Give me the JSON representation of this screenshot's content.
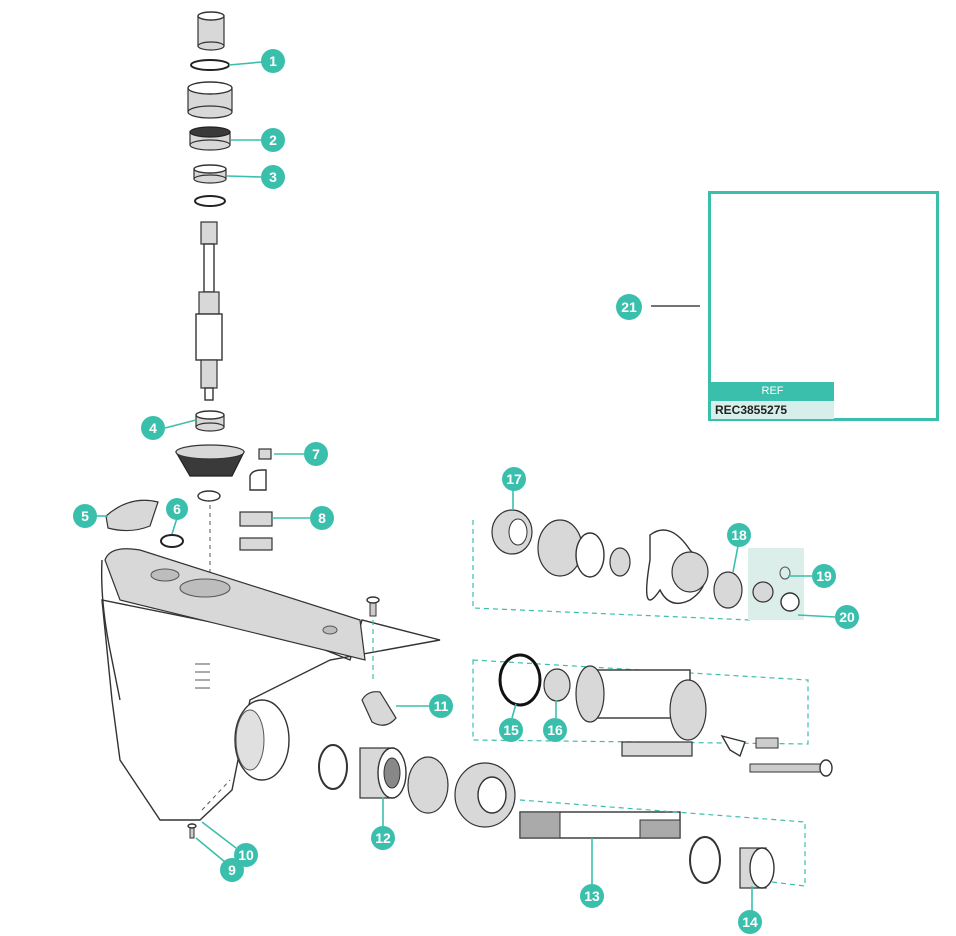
{
  "diagram": {
    "accent_color": "#3bbfad",
    "callouts": [
      {
        "id": "1",
        "label": "1"
      },
      {
        "id": "2",
        "label": "2"
      },
      {
        "id": "3",
        "label": "3"
      },
      {
        "id": "4",
        "label": "4"
      },
      {
        "id": "5",
        "label": "5"
      },
      {
        "id": "6",
        "label": "6"
      },
      {
        "id": "7",
        "label": "7"
      },
      {
        "id": "8",
        "label": "8"
      },
      {
        "id": "9",
        "label": "9"
      },
      {
        "id": "10",
        "label": "10"
      },
      {
        "id": "11",
        "label": "11"
      },
      {
        "id": "12",
        "label": "12"
      },
      {
        "id": "13",
        "label": "13"
      },
      {
        "id": "14",
        "label": "14"
      },
      {
        "id": "15",
        "label": "15"
      },
      {
        "id": "16",
        "label": "16"
      },
      {
        "id": "17",
        "label": "17"
      },
      {
        "id": "18",
        "label": "18"
      },
      {
        "id": "19",
        "label": "19"
      },
      {
        "id": "20",
        "label": "20"
      },
      {
        "id": "21",
        "label": "21"
      }
    ],
    "kit": {
      "ref_label": "REF",
      "ref_value": "REC3855275"
    }
  }
}
